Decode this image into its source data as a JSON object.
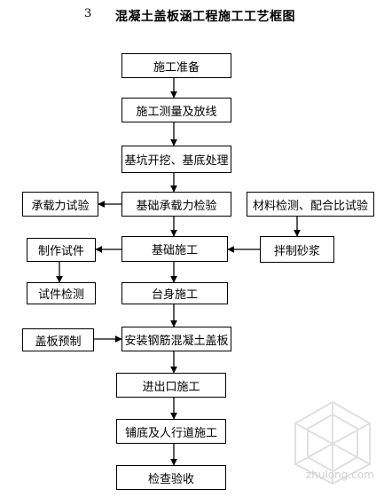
{
  "title": {
    "number": "3",
    "text": "混凝土盖板涵工程施工工艺框图"
  },
  "steps": {
    "prep": "施工准备",
    "survey": "施工测量及放线",
    "pit": "基坑开挖、基底处理",
    "bearing_check": "基础承载力检验",
    "bearing_test": "承载力试验",
    "material": "材料检测、配合比试验",
    "specimen_make": "制作试件",
    "foundation": "基础施工",
    "mortar": "拌制砂浆",
    "specimen_test": "试件检测",
    "abutment": "台身施工",
    "slab_precast": "盖板预制",
    "install": "安装钢筋混凝土盖板",
    "inlet_outlet": "进出口施工",
    "paving": "铺底及人行道施工",
    "acceptance": "检查验收"
  },
  "watermark": {
    "text": "zhulong.com",
    "icon": "zhulong-logo-icon"
  }
}
